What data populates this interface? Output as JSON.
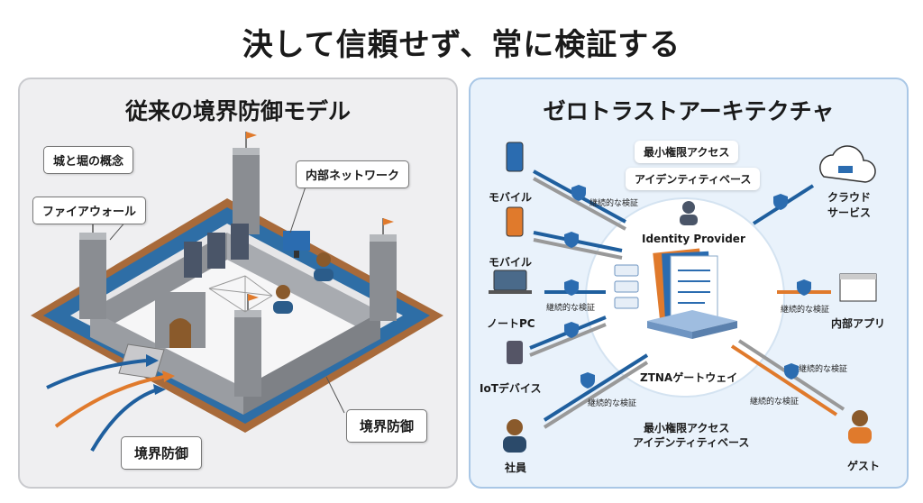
{
  "title": "決して信頼せず、常に検証する",
  "left": {
    "title": "従来の境界防御モデル",
    "labels": {
      "concept": "城と堀の概念",
      "firewall": "ファイアウォール",
      "internal": "内部ネットワーク",
      "perimeter_right": "境界防御",
      "perimeter_bottom": "境界防御"
    }
  },
  "right": {
    "title": "ゼロトラストアーキテクチャ",
    "top_tag1": "最小権限アクセス",
    "top_tag2": "アイデンティティベース",
    "idp": "Identity Provider",
    "gateway": "ZTNAゲートウェイ",
    "bottom_tag1": "最小権限アクセス",
    "bottom_tag2": "アイデンティティベース",
    "devices": {
      "mobile1": "モバイル",
      "mobile2": "モバイル",
      "laptop": "ノートPC",
      "iot": "IoTデバイス",
      "employee": "社員",
      "cloud": "クラウド\nサービス",
      "app": "内部アプリ",
      "guest": "ゲスト"
    },
    "verify_labels": {
      "v1": "継続的な検証",
      "v2": "継続的な検証",
      "v3": "継続的な検証",
      "v4": "継続的な検証",
      "v5": "継続的な検証",
      "v6": "継続的な検証"
    }
  },
  "colors": {
    "blue_arrow": "#1f5f9e",
    "orange_arrow": "#e07a2c",
    "moat": "#2e6ea6",
    "panel_left": "#efeff1",
    "panel_right": "#e9f2fb"
  }
}
